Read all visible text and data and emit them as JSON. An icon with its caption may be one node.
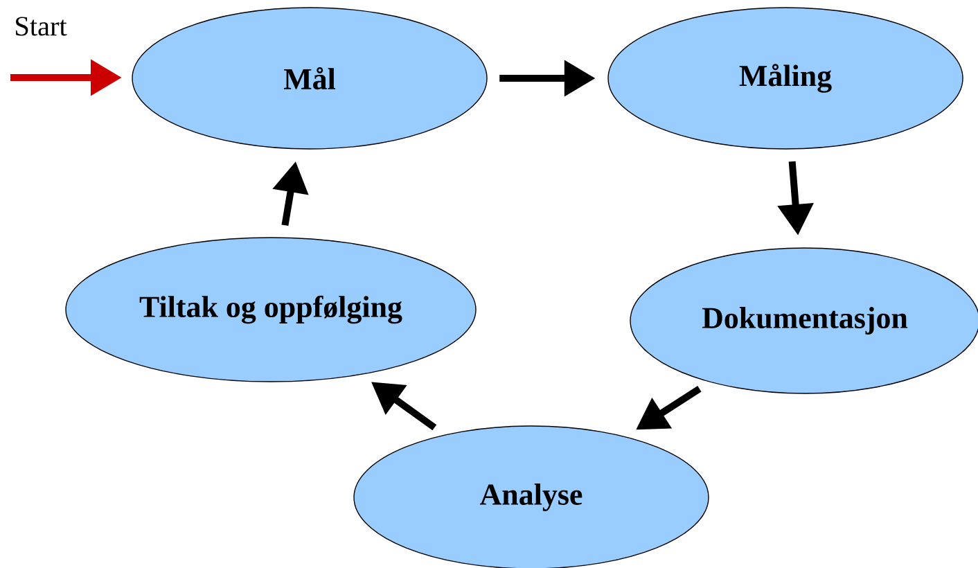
{
  "diagram": {
    "nodes": [
      {
        "text": [
          "Mål"
        ]
      },
      {
        "text": [
          "Måling"
        ]
      },
      {
        "text": [
          "Dokumentasjon"
        ]
      },
      {
        "text": [
          "Analyse"
        ]
      },
      {
        "text": [
          "Tiltak og oppfølging"
        ]
      }
    ],
    "edges": [
      {
        "from": null,
        "to": 0,
        "arrow": "to",
        "color": "#cc0000"
      },
      {
        "from": 0,
        "to": 1,
        "arrow": "to"
      },
      {
        "from": 1,
        "to": 2,
        "arrow": "to"
      },
      {
        "from": 2,
        "to": 3,
        "arrow": "to"
      },
      {
        "from": 3,
        "to": 4,
        "arrow": "to"
      },
      {
        "from": 4,
        "to": 0,
        "arrow": "to"
      }
    ],
    "labels": [
      "Start"
    ]
  }
}
